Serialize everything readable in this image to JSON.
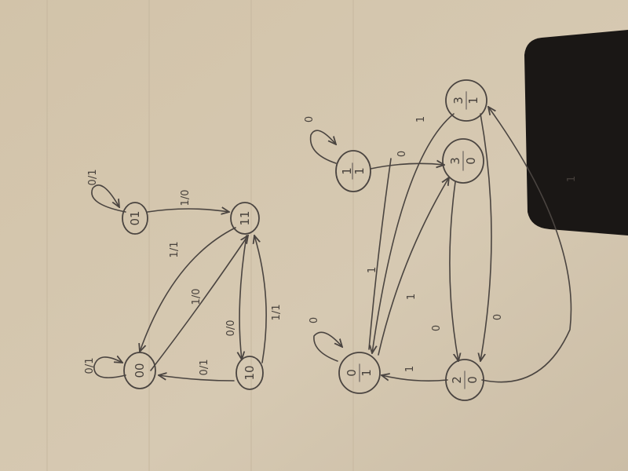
{
  "photo": {
    "background": "lined paper with pencil sketch, photographed rotated 90°",
    "colors": {
      "paper": "#d7cab3",
      "pencil": "#4a4440",
      "shadow": "#1a1715"
    }
  },
  "diagram_left": {
    "states": [
      "01",
      "11",
      "00",
      "10"
    ],
    "edge_labels": {
      "self_01": "0/1",
      "e_01_11": "1/0",
      "e_11_00": "1/1",
      "e_00_11": "1/0",
      "self_00": "0/1",
      "e_10_00": "0/1",
      "e_11_10": "0/0",
      "e_10_11": "1/1"
    }
  },
  "diagram_right": {
    "states": [
      {
        "num": "1",
        "out": "1"
      },
      {
        "num": "3",
        "out": "1"
      },
      {
        "num": "3",
        "out": "0"
      },
      {
        "num": "0",
        "out": "1"
      },
      {
        "num": "2",
        "out": "0"
      }
    ],
    "edge_labels": {
      "self_1": "0",
      "e_1_30": "0",
      "e_31_01": "1",
      "self_01": "0",
      "e_01_30": "1",
      "e_30_20": "0",
      "e_20_01": "1",
      "e_20_31": "1",
      "e_31_20": "0",
      "e_1_03": "1"
    }
  }
}
